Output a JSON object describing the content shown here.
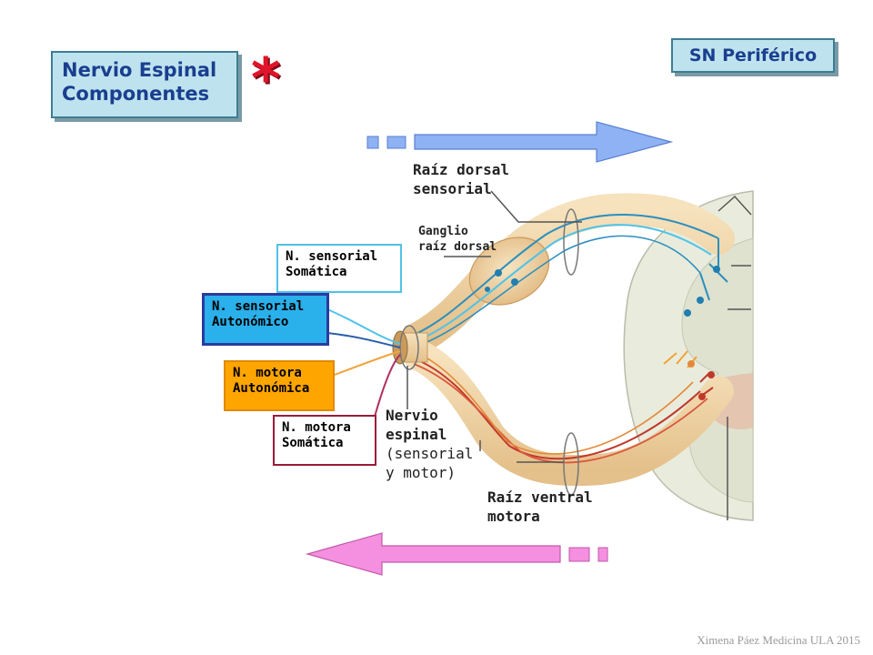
{
  "title": {
    "line1": "Nervio Espinal",
    "line2": "Componentes"
  },
  "marker": "*",
  "section_badge": "SN Periférico",
  "labels": {
    "dorsal_root": {
      "line1": "Raíz dorsal",
      "line2": "sensorial"
    },
    "ganglion": {
      "line1": "Ganglio",
      "line2": "raíz dorsal"
    },
    "spinal_nerve": {
      "line1": "Nervio",
      "line2": "espinal",
      "line3": "(sensorial",
      "line4": "y motor)"
    },
    "ventral_root": {
      "line1": "Raíz ventral",
      "line2": "motora"
    }
  },
  "legend": [
    {
      "line1": "N. sensorial",
      "line2": "Somática",
      "border": "#4fc3e8",
      "fill": "#ffffff",
      "text": "#1a1a1a"
    },
    {
      "line1": "N. sensorial",
      "line2": "Autonómico",
      "border": "#2a3aa0",
      "fill": "#2ab0ea",
      "text": "#1a1a1a"
    },
    {
      "line1": "N. motora",
      "line2": "Autonómica",
      "border": "#e08a00",
      "fill": "#ffa500",
      "text": "#1a1a1a"
    },
    {
      "line1": "N. motora",
      "line2": "Somática",
      "border": "#9a1a3a",
      "fill": "#ffffff",
      "text": "#1a1a1a"
    }
  ],
  "colors": {
    "sensory_arrow": "#8fb2f4",
    "motor_arrow": "#f58fe0",
    "nerve_tissue": "#f1d6a8",
    "cord_tissue": "#e9ecdc"
  },
  "footer": "Ximena Páez Medicina ULA 2015"
}
